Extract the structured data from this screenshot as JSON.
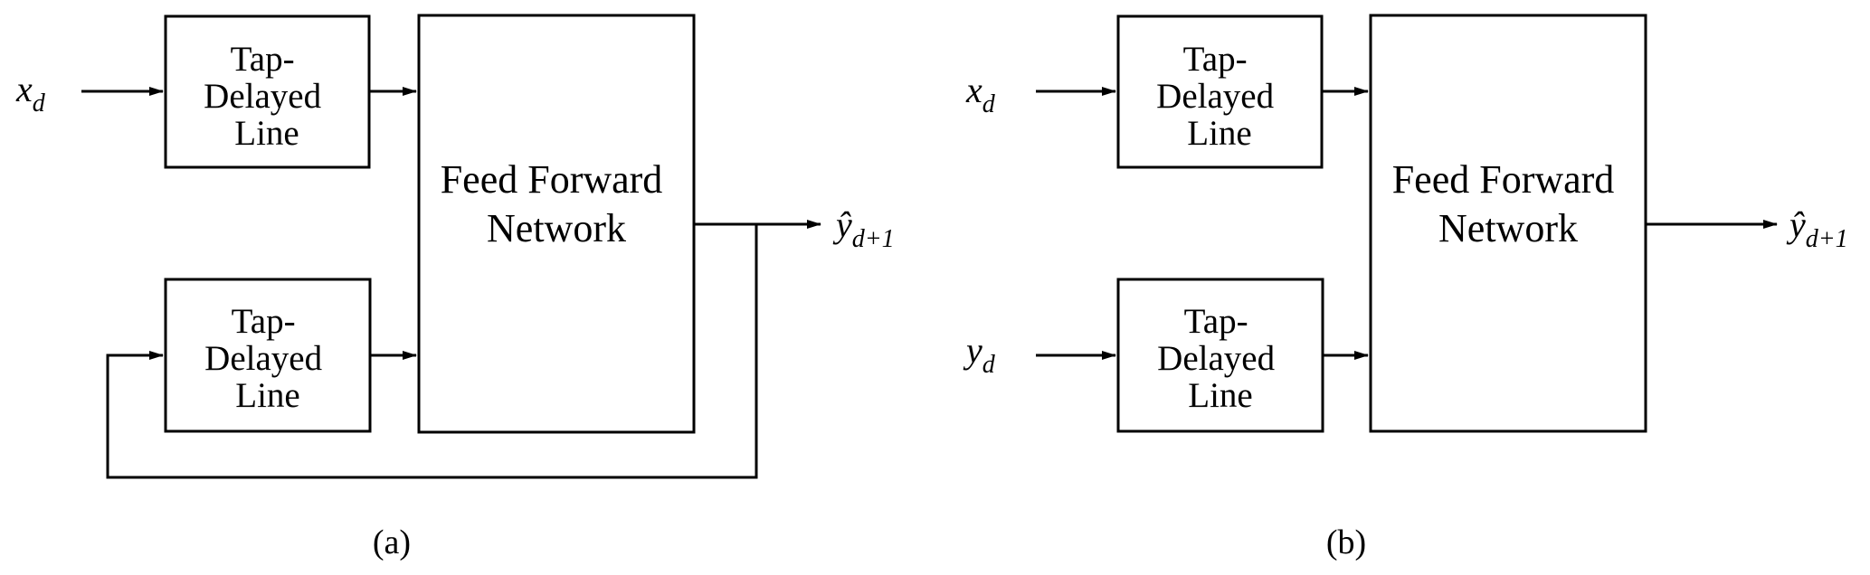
{
  "colors": {
    "ink": "#000000",
    "background": "#ffffff"
  },
  "diagram_a": {
    "caption": "(a)",
    "input_label": {
      "base": "x",
      "sub": "d"
    },
    "tdl_top": {
      "line1": "Tap-",
      "line2": "Delayed",
      "line3": "Line"
    },
    "tdl_bottom": {
      "line1": "Tap-",
      "line2": "Delayed",
      "line3": "Line"
    },
    "ffn": {
      "line1": "Feed Forward",
      "line2": "Network"
    },
    "output_label": {
      "base": "ŷ",
      "sub": "d+1"
    }
  },
  "diagram_b": {
    "caption": "(b)",
    "input_label_top": {
      "base": "x",
      "sub": "d"
    },
    "input_label_bottom": {
      "base": "y",
      "sub": "d"
    },
    "tdl_top": {
      "line1": "Tap-",
      "line2": "Delayed",
      "line3": "Line"
    },
    "tdl_bottom": {
      "line1": "Tap-",
      "line2": "Delayed",
      "line3": "Line"
    },
    "ffn": {
      "line1": "Feed Forward",
      "line2": "Network"
    },
    "output_label": {
      "base": "ŷ",
      "sub": "d+1"
    }
  }
}
